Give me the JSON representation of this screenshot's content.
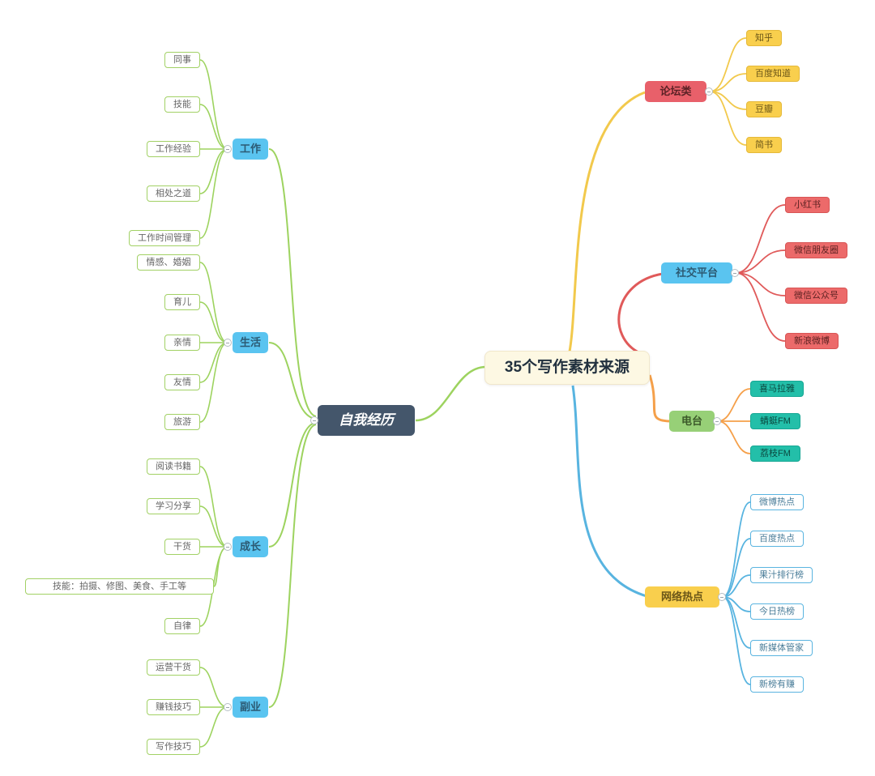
{
  "title": "35个写作素材来源",
  "left_root": {
    "label": "自我经历"
  },
  "left_branches": [
    {
      "label": "工作",
      "children": [
        "同事",
        "技能",
        "工作经验",
        "相处之道",
        "工作时间管理"
      ]
    },
    {
      "label": "生活",
      "children": [
        "情感、婚姻",
        "育儿",
        "亲情",
        "友情",
        "旅游"
      ]
    },
    {
      "label": "成长",
      "children": [
        "阅读书籍",
        "学习分享",
        "干货",
        "技能：拍摄、修图、美食、手工等",
        "自律"
      ]
    },
    {
      "label": "副业",
      "children": [
        "运营干货",
        "赚钱技巧",
        "写作技巧"
      ]
    }
  ],
  "right_branches": [
    {
      "label": "论坛类",
      "children": [
        "知乎",
        "百度知道",
        "豆瓣",
        "简书"
      ]
    },
    {
      "label": "社交平台",
      "children": [
        "小红书",
        "微信朋友圈",
        "微信公众号",
        "新浪微博"
      ]
    },
    {
      "label": "电台",
      "children": [
        "喜马拉雅",
        "蜻蜓FM",
        "荔枝FM"
      ]
    },
    {
      "label": "网络热点",
      "children": [
        "微博热点",
        "百度热点",
        "果汁排行榜",
        "今日热榜",
        "新媒体管家",
        "新榜有赚"
      ]
    }
  ],
  "colors": {
    "center_bg": "#fdf8e3",
    "center_text": "#22313f",
    "left_root_bg": "#44566b",
    "branch_blue": "#5ac4f0",
    "branch_red": "#e8606a",
    "branch_green": "#97d077",
    "branch_yellow": "#f9cf4d",
    "leaf_green_border": "#a2d165",
    "leaf_yellow": "#f9cf4d",
    "leaf_red": "#ec6a6a",
    "leaf_teal": "#23bfa9",
    "leaf_blue_border": "#5ab4e0",
    "line_green": "#9dd35f",
    "line_yellow": "#f2c94c",
    "line_red": "#e05a5a",
    "line_orange": "#f5a04a",
    "line_blue": "#58b4e0"
  }
}
